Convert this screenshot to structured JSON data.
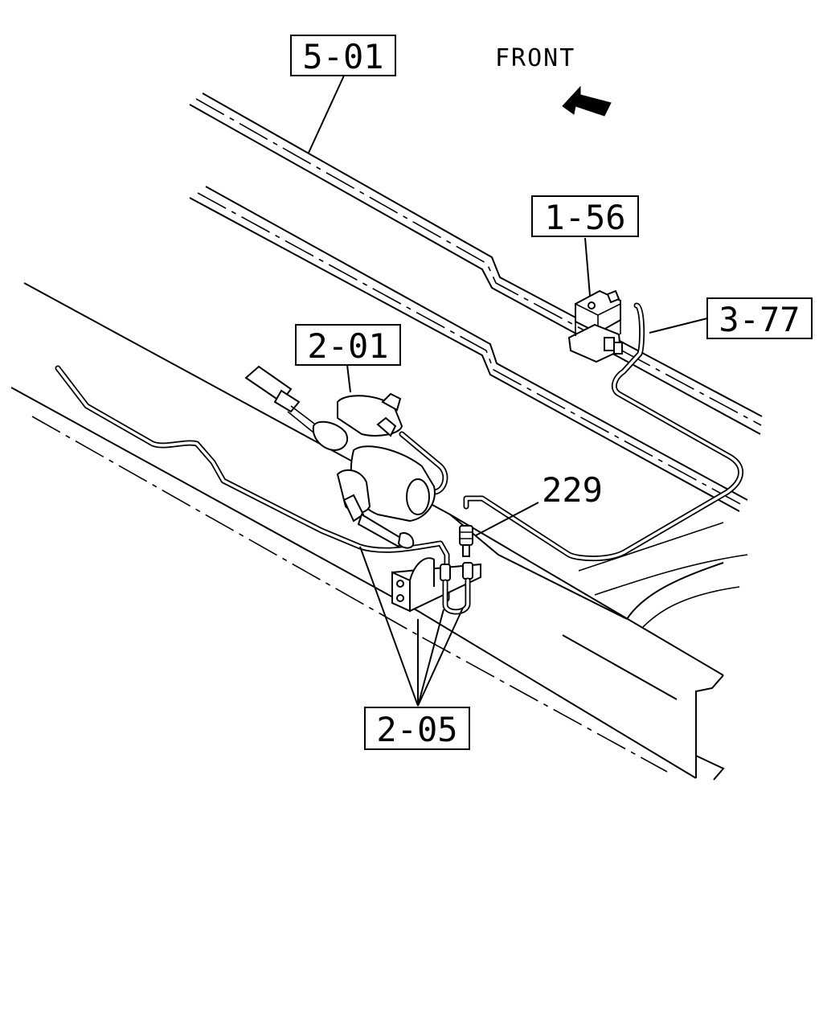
{
  "direction": {
    "label": "FRONT"
  },
  "callouts": [
    {
      "name": "callout-5-01",
      "text": "5-01",
      "boxed": true
    },
    {
      "name": "callout-1-56",
      "text": "1-56",
      "boxed": true
    },
    {
      "name": "callout-3-77",
      "text": "3-77",
      "boxed": true
    },
    {
      "name": "callout-2-01",
      "text": "2-01",
      "boxed": true
    },
    {
      "name": "callout-229",
      "text": "229",
      "boxed": false
    },
    {
      "name": "callout-2-05",
      "text": "2-05",
      "boxed": true
    }
  ],
  "icons": {
    "direction_arrow": "front-arrow-icon"
  }
}
